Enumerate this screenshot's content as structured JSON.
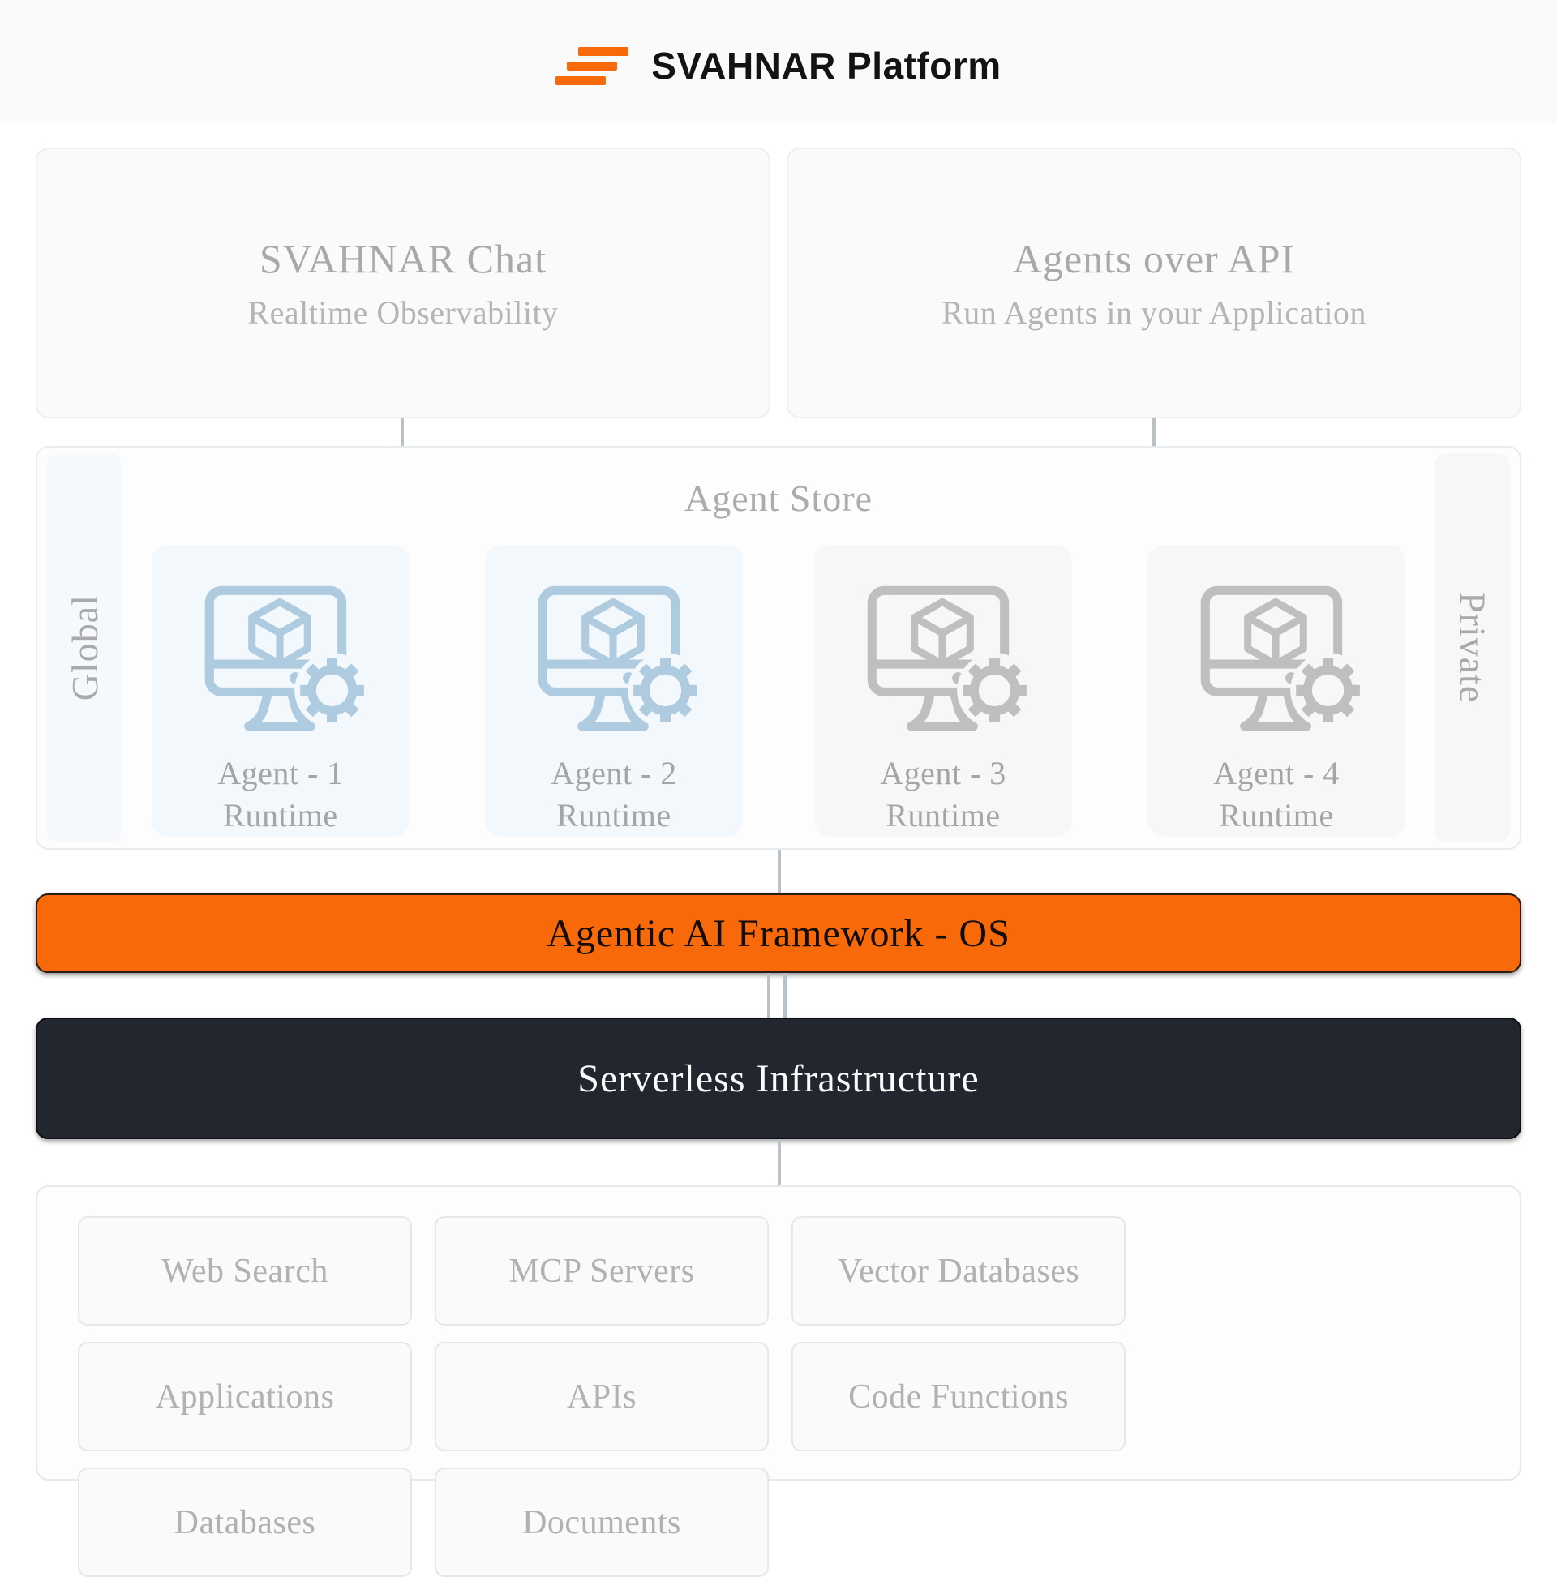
{
  "colors": {
    "orange": "#F8690A",
    "dark_bar": "#22272F",
    "connector": "#B9C1C9",
    "header_bg": "#FAFAFA",
    "blue_icon": "#AFCBE0",
    "gray_icon": "#BFBFBF",
    "card_blue_bg": "#F3F8FC",
    "card_gray_bg": "#F7F7F8",
    "strip_blue_bg": "#F5F9FC",
    "strip_gray_bg": "#F6F7F8"
  },
  "header": {
    "title": "SVAHNAR Platform"
  },
  "top_boxes": {
    "chat": {
      "title": "SVAHNAR Chat",
      "subtitle": "Realtime Observability"
    },
    "api": {
      "title": "Agents over API",
      "subtitle": "Run Agents in your Application"
    }
  },
  "agent_store": {
    "title": "Agent Store",
    "left_label": "Global",
    "right_label": "Private",
    "agents": [
      {
        "name": "Agent - 1",
        "sub": "Runtime",
        "variant": "blue"
      },
      {
        "name": "Agent - 2",
        "sub": "Runtime",
        "variant": "blue"
      },
      {
        "name": "Agent - 3",
        "sub": "Runtime",
        "variant": "gray"
      },
      {
        "name": "Agent - 4",
        "sub": "Runtime",
        "variant": "gray"
      }
    ]
  },
  "framework_bar": {
    "label": "Agentic AI Framework - OS"
  },
  "infrastructure_bar": {
    "label": "Serverless Infrastructure"
  },
  "resources": {
    "tiles": [
      "Web Search",
      "MCP Servers",
      "Vector Databases",
      "Applications",
      "APIs",
      "Code Functions",
      "Databases",
      "Documents"
    ]
  }
}
